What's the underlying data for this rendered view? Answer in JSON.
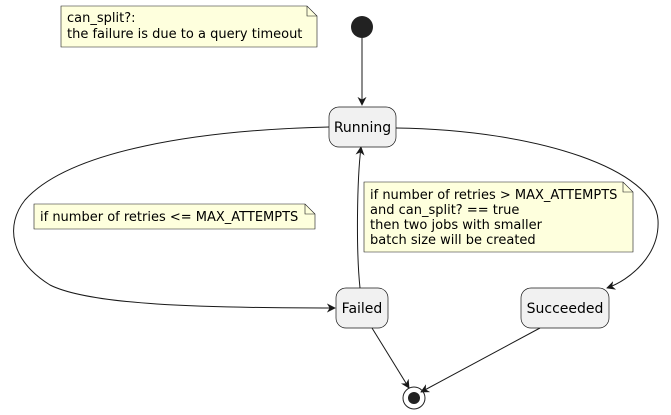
{
  "states": {
    "running": "Running",
    "failed": "Failed",
    "succeeded": "Succeeded"
  },
  "notes": {
    "can_split": [
      "can_split?:",
      "the failure is due to a query timeout"
    ],
    "retry_le": [
      "if number of retries <= MAX_ATTEMPTS"
    ],
    "retry_gt": [
      "if number of retries > MAX_ATTEMPTS",
      "and can_split? == true",
      "then two jobs with smaller",
      "batch size will be created"
    ]
  },
  "colors": {
    "state_fill": "#f1f1f1",
    "state_border": "#181818",
    "note_fill": "#feffdd",
    "note_border": "#181818",
    "edge": "#181818",
    "start_node": "#222222"
  }
}
